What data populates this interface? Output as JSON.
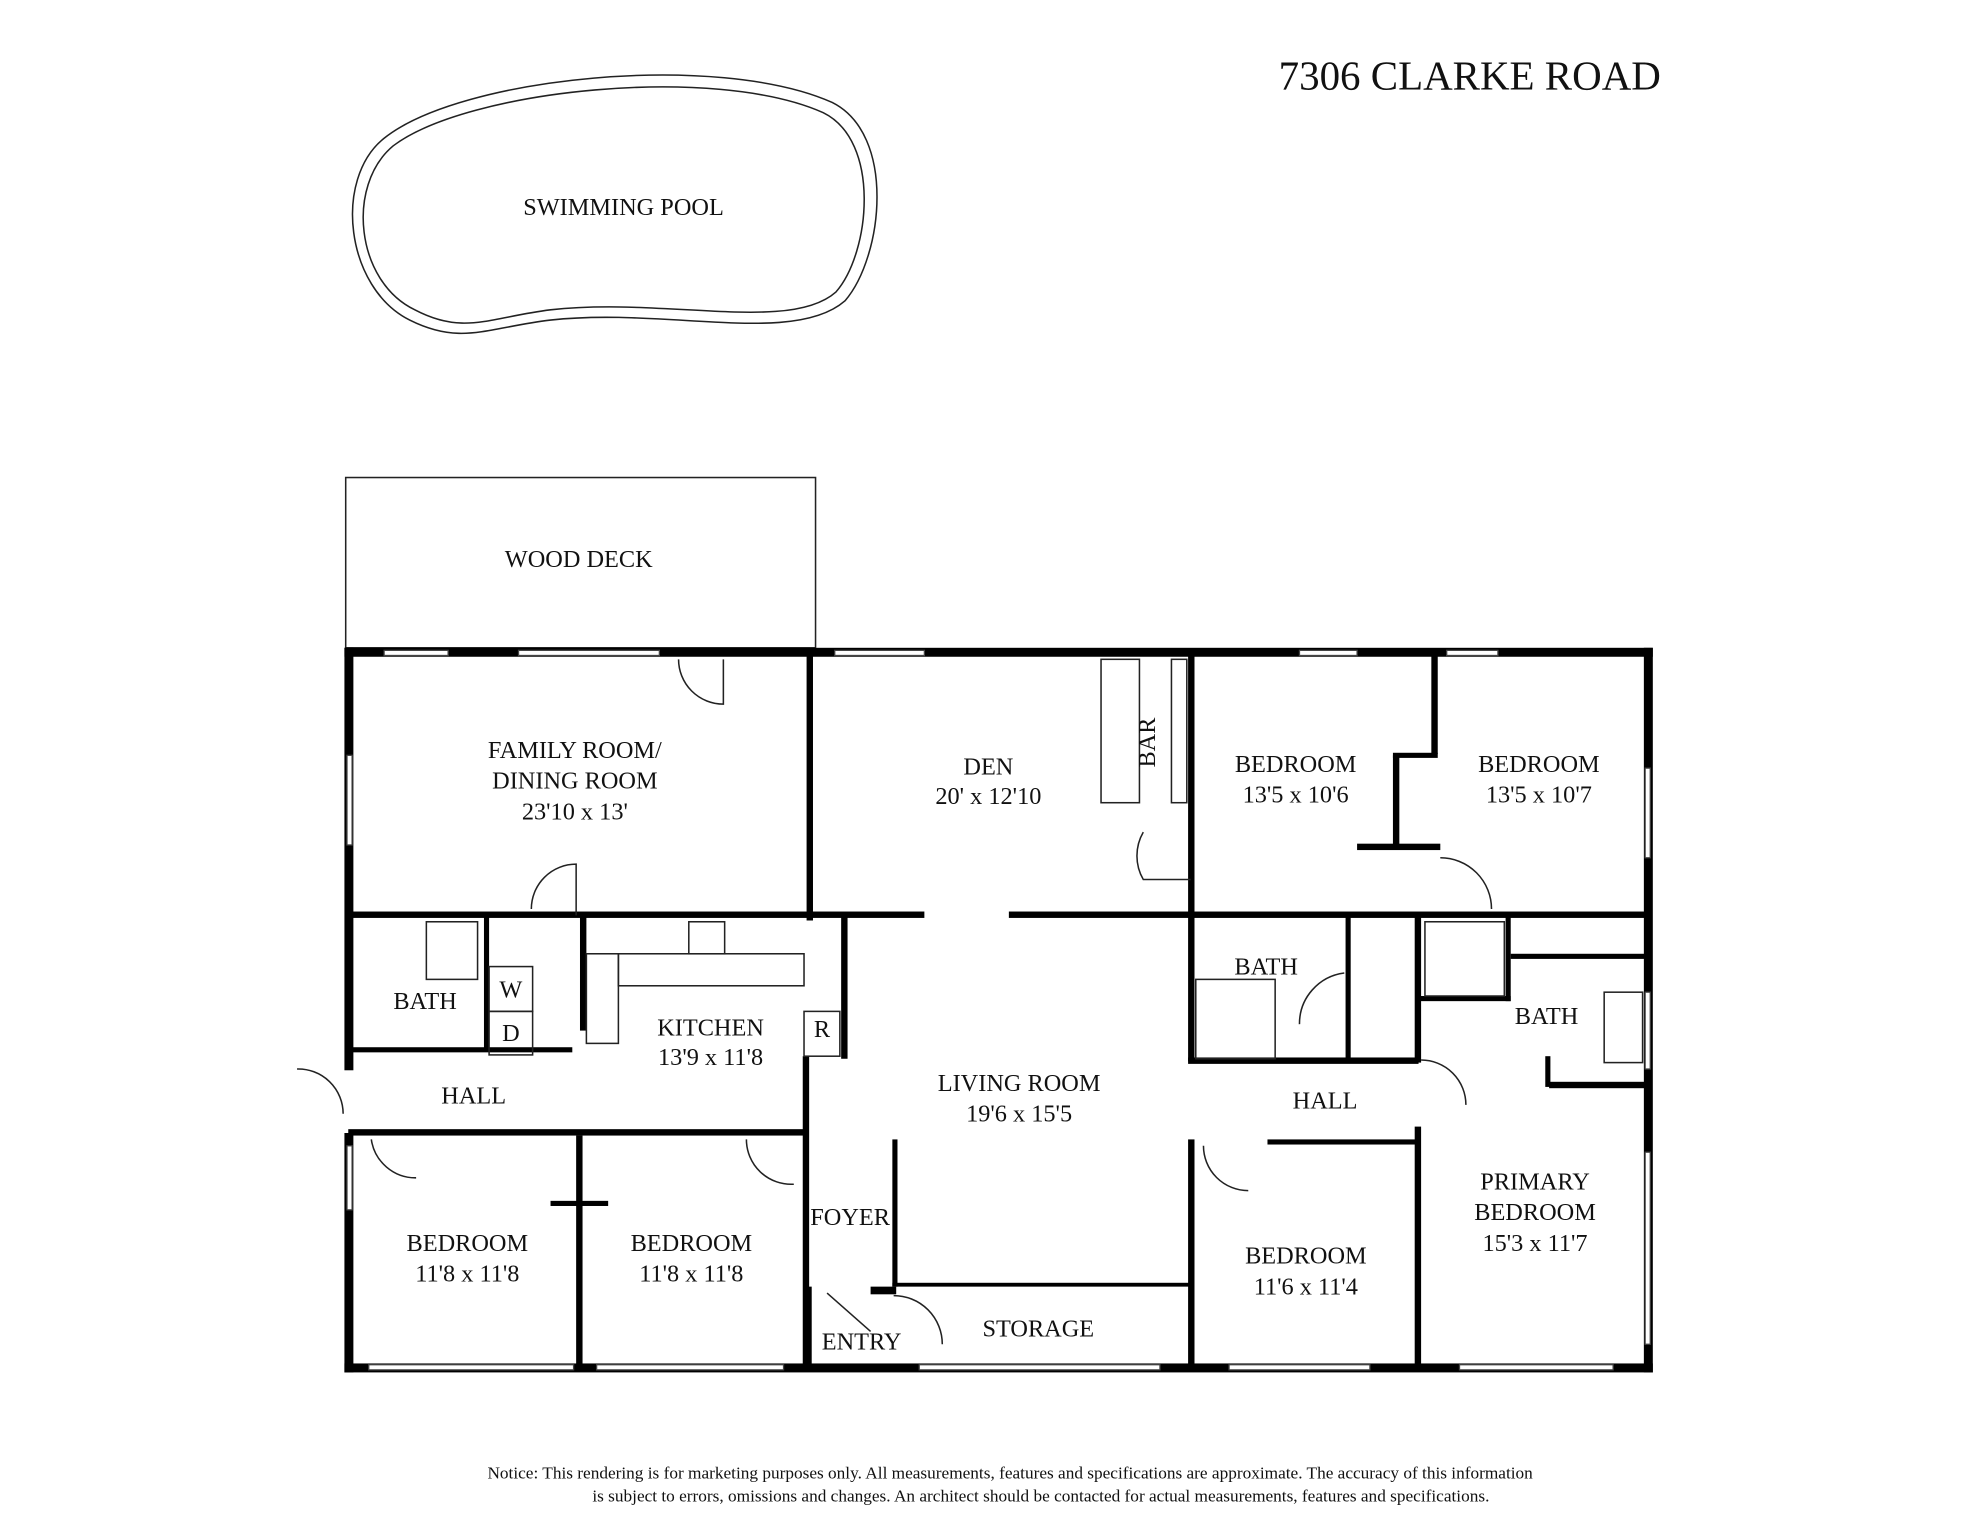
{
  "title": "7306 CLARKE ROAD",
  "outdoor": {
    "pool": "SWIMMING POOL",
    "deck": "WOOD DECK"
  },
  "rooms": {
    "family": {
      "name1": "FAMILY ROOM/",
      "name2": "DINING ROOM",
      "dims": "23'10 x 13'"
    },
    "den": {
      "name": "DEN",
      "dims": "20' x 12'10",
      "bar": "BAR"
    },
    "bed_ne1": {
      "name": "BEDROOM",
      "dims": "13'5 x 10'6"
    },
    "bed_ne2": {
      "name": "BEDROOM",
      "dims": "13'5 x 10'7"
    },
    "bath_w": {
      "name": "BATH",
      "washer": "W",
      "dryer": "D"
    },
    "kitchen": {
      "name": "KITCHEN",
      "dims": "13'9 x 11'8",
      "fridge": "R"
    },
    "hall_w": {
      "name": "HALL"
    },
    "living": {
      "name": "LIVING ROOM",
      "dims": "19'6 x 15'5"
    },
    "bath_c": {
      "name": "BATH"
    },
    "bath_primary": {
      "name": "BATH"
    },
    "hall_e": {
      "name": "HALL"
    },
    "bed_sw1": {
      "name": "BEDROOM",
      "dims": "11'8 x 11'8"
    },
    "bed_sw2": {
      "name": "BEDROOM",
      "dims": "11'8 x 11'8"
    },
    "foyer": {
      "name": "FOYER"
    },
    "entry": {
      "name": "ENTRY"
    },
    "storage": {
      "name": "STORAGE"
    },
    "bed_se": {
      "name": "BEDROOM",
      "dims": "11'6 x 11'4"
    },
    "primary": {
      "name1": "PRIMARY",
      "name2": "BEDROOM",
      "dims": "15'3 x 11'7"
    }
  },
  "notice": {
    "line1": "Notice: This rendering is for marketing purposes only. All measurements, features and specifications are approximate. The accuracy of this information",
    "line2": "is subject to errors, omissions and changes. An architect should be contacted for actual measurements, features and specifications."
  }
}
